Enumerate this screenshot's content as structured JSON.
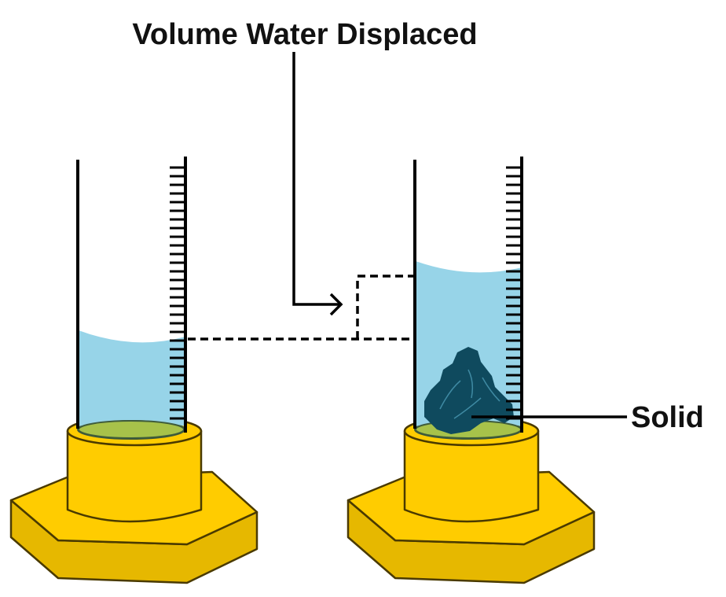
{
  "title": "Volume Water Displaced",
  "labels": {
    "solid": "Solid"
  },
  "colors": {
    "water": "#97d4e8",
    "base": "#ffcc00",
    "base_outline": "#4a3a00",
    "base_plate_top": "#a7c24a",
    "solid_object": "#0f4a5e",
    "lines": "#000000"
  },
  "cylinders": [
    {
      "name": "before",
      "contains_solid": false,
      "water_level_tick_from_top": 20
    },
    {
      "name": "after",
      "contains_solid": true,
      "water_level_tick_from_top": 11
    }
  ],
  "graduation_tick_count": 30
}
